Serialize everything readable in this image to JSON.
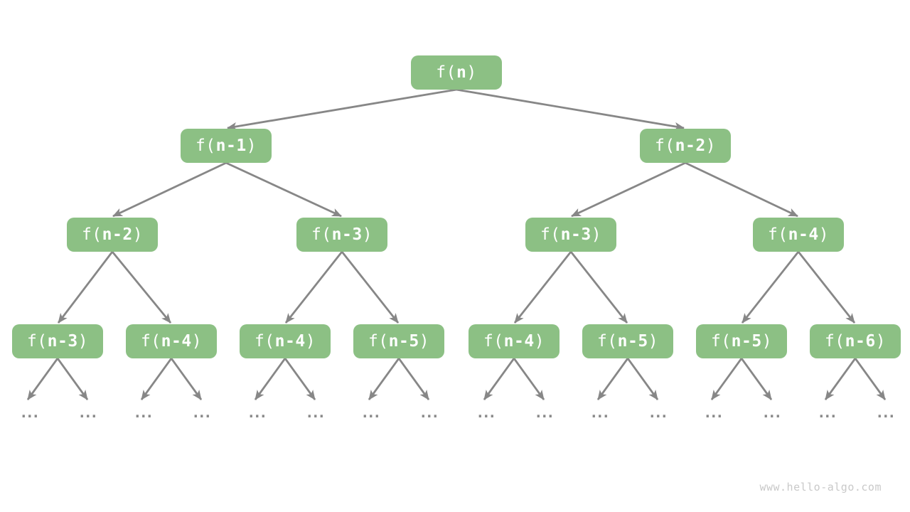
{
  "diagram": {
    "title_semantic": "recursion-tree-of-fibonacci-style-function",
    "colors": {
      "node_fill": "#8CC084",
      "node_text": "#ffffff",
      "edge": "#878787",
      "ellipsis": "#8a8a8a",
      "watermark": "#c9c9c9",
      "background": "#ffffff"
    },
    "nodes": [
      {
        "level": 1,
        "pre": "f(",
        "arg": "n",
        "post": ")"
      },
      {
        "level": 2,
        "pre": "f(",
        "arg": "n-1",
        "post": ")"
      },
      {
        "level": 2,
        "pre": "f(",
        "arg": "n-2",
        "post": ")"
      },
      {
        "level": 3,
        "pre": "f(",
        "arg": "n-2",
        "post": ")"
      },
      {
        "level": 3,
        "pre": "f(",
        "arg": "n-3",
        "post": ")"
      },
      {
        "level": 3,
        "pre": "f(",
        "arg": "n-3",
        "post": ")"
      },
      {
        "level": 3,
        "pre": "f(",
        "arg": "n-4",
        "post": ")"
      },
      {
        "level": 4,
        "pre": "f(",
        "arg": "n-3",
        "post": ")"
      },
      {
        "level": 4,
        "pre": "f(",
        "arg": "n-4",
        "post": ")"
      },
      {
        "level": 4,
        "pre": "f(",
        "arg": "n-4",
        "post": ")"
      },
      {
        "level": 4,
        "pre": "f(",
        "arg": "n-5",
        "post": ")"
      },
      {
        "level": 4,
        "pre": "f(",
        "arg": "n-4",
        "post": ")"
      },
      {
        "level": 4,
        "pre": "f(",
        "arg": "n-5",
        "post": ")"
      },
      {
        "level": 4,
        "pre": "f(",
        "arg": "n-5",
        "post": ")"
      },
      {
        "level": 4,
        "pre": "f(",
        "arg": "n-6",
        "post": ")"
      }
    ],
    "ellipsis": {
      "text": "..."
    },
    "watermark": "www.hello-algo.com"
  }
}
